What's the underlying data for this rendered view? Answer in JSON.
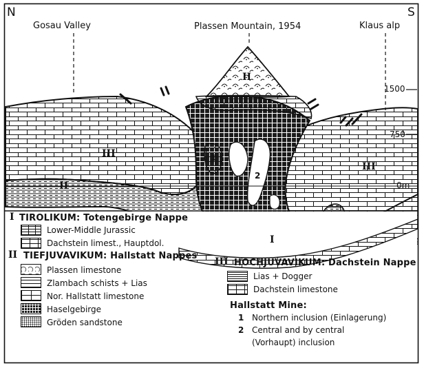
{
  "header": {
    "north": "N",
    "south": "S",
    "gosau": "Gosau Valley",
    "plassen": "Plassen Mountain, 1954",
    "klaus": "Klaus alp"
  },
  "elevations": {
    "e1500": "1500",
    "e750": "750",
    "e0": "0m"
  },
  "section_numerals": {
    "top": "II",
    "left_upper": "III",
    "left_lower": "II",
    "right": "III",
    "bottom": "I",
    "inclusion_1": "1",
    "inclusion_2": "2"
  },
  "legend": {
    "g1_num": "I",
    "g1_title": "TIROLIKUM: Totengebirge Nappe",
    "g1_items": [
      "Lower-Middle Jurassic",
      "Dachstein limest., Hauptdol."
    ],
    "g2_num": "II",
    "g2_title": "TIEFJUVAVIKUM: Hallstatt Nappes",
    "g2_items": [
      "Plassen limestone",
      "Zlambach schists + Lias",
      "Nor. Hallstatt limestone",
      "Haselgebirge",
      "Gröden sandstone"
    ],
    "g3_num": "III",
    "g3_title": "HOCHJUVAVIKUM: Dachstein Nappe",
    "g3_items": [
      "Lias + Dogger",
      "Dachstein limestone"
    ],
    "mine_title": "Hallstatt Mine:",
    "mine_items": [
      {
        "num": "1",
        "text": "Northern inclusion (Einlagerung)"
      },
      {
        "num": "2",
        "text": "Central and by central"
      },
      {
        "num": "",
        "text": "(Vorhaupt) inclusion"
      }
    ]
  },
  "colors": {
    "ink": "#111111",
    "paper": "#ffffff"
  }
}
